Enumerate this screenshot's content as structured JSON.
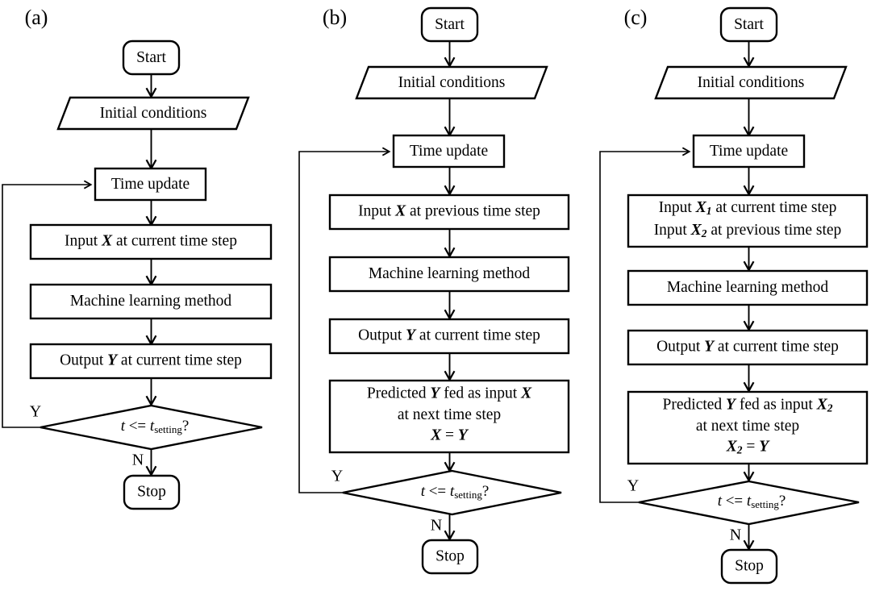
{
  "figure": {
    "type": "flowchart",
    "panel_count": 3,
    "background": "#ffffff",
    "line_color": "#000000"
  },
  "panels": [
    {
      "id": "a",
      "label": "(a)",
      "nodes": [
        {
          "key": "start",
          "shape": "terminator",
          "text": "Start"
        },
        {
          "key": "init",
          "shape": "parallelogram",
          "text": "Initial conditions"
        },
        {
          "key": "time",
          "shape": "process",
          "text": "Time update"
        },
        {
          "key": "input",
          "shape": "process",
          "text_parts": [
            "Input ",
            "X",
            " at current time step"
          ]
        },
        {
          "key": "ml",
          "shape": "process",
          "text": "Machine learning method"
        },
        {
          "key": "output",
          "shape": "process",
          "text_parts": [
            "Output ",
            "Y",
            " at current time step"
          ]
        },
        {
          "key": "cond",
          "shape": "decision",
          "text_parts": [
            "t",
            " <=  ",
            "t",
            "setting",
            "?"
          ]
        },
        {
          "key": "stop",
          "shape": "terminator",
          "text": "Stop"
        }
      ],
      "branch_labels": {
        "yes": "Y",
        "no": "N"
      },
      "loop": {
        "from": "cond",
        "to": "time",
        "label": "Y"
      }
    },
    {
      "id": "b",
      "label": "(b)",
      "nodes": [
        {
          "key": "start",
          "shape": "terminator",
          "text": "Start"
        },
        {
          "key": "init",
          "shape": "parallelogram",
          "text": "Initial conditions"
        },
        {
          "key": "time",
          "shape": "process",
          "text": "Time update"
        },
        {
          "key": "input",
          "shape": "process",
          "text_parts": [
            "Input ",
            "X",
            " at previous time step"
          ]
        },
        {
          "key": "ml",
          "shape": "process",
          "text": "Machine learning method"
        },
        {
          "key": "output",
          "shape": "process",
          "text_parts": [
            "Output ",
            "Y",
            " at current time step"
          ]
        },
        {
          "key": "feed",
          "shape": "process",
          "lines": [
            "Predicted Y fed as input X",
            "at next time step",
            "X = Y"
          ]
        },
        {
          "key": "cond",
          "shape": "decision",
          "text_parts": [
            "t",
            " <=  ",
            "t",
            "setting",
            "?"
          ]
        },
        {
          "key": "stop",
          "shape": "terminator",
          "text": "Stop"
        }
      ],
      "branch_labels": {
        "yes": "Y",
        "no": "N"
      },
      "loop": {
        "from": "cond",
        "to": "time",
        "label": "Y"
      }
    },
    {
      "id": "c",
      "label": "(c)",
      "nodes": [
        {
          "key": "start",
          "shape": "terminator",
          "text": "Start"
        },
        {
          "key": "init",
          "shape": "parallelogram",
          "text": "Initial conditions"
        },
        {
          "key": "time",
          "shape": "process",
          "text": "Time update"
        },
        {
          "key": "input",
          "shape": "process",
          "lines": [
            "Input X1 at current time step",
            "Input X2 at previous time step"
          ]
        },
        {
          "key": "ml",
          "shape": "process",
          "text": "Machine learning method"
        },
        {
          "key": "output",
          "shape": "process",
          "text_parts": [
            "Output ",
            "Y",
            " at current time step"
          ]
        },
        {
          "key": "feed",
          "shape": "process",
          "lines": [
            "Predicted Y fed as input X2",
            "at next time step",
            "X2 = Y"
          ]
        },
        {
          "key": "cond",
          "shape": "decision",
          "text_parts": [
            "t",
            " <=  ",
            "t",
            "setting",
            "?"
          ]
        },
        {
          "key": "stop",
          "shape": "terminator",
          "text": "Stop"
        }
      ],
      "branch_labels": {
        "yes": "Y",
        "no": "N"
      },
      "loop": {
        "from": "cond",
        "to": "time",
        "label": "Y"
      }
    }
  ],
  "text": {
    "panel_a_label": "(a)",
    "panel_b_label": "(b)",
    "panel_c_label": "(c)",
    "start": "Start",
    "stop": "Stop",
    "initial_conditions": "Initial conditions",
    "time_update": "Time update",
    "machine_learning": "Machine learning method",
    "input_x_current": "Input X at current time step",
    "input_x_previous": "Input X at previous time step",
    "input_x1_current": "Input X1 at current time step",
    "input_x2_previous": "Input X2 at previous time step",
    "output_y_current": "Output Y at current time step",
    "predicted_b_l1": "Predicted Y fed as input X",
    "predicted_l2": "at next time step",
    "predicted_b_l3": "X = Y",
    "predicted_c_l1": "Predicted Y fed as input X2",
    "predicted_c_l3": "X2 = Y",
    "cond_t": "t",
    "cond_op": "<=",
    "cond_sub": "setting",
    "cond_q": "?",
    "yes": "Y",
    "no": "N",
    "var_x": "X",
    "var_y": "Y",
    "sub_1": "1",
    "sub_2": "2",
    "input_word": "Input",
    "output_word": "Output",
    "at_current_time_step": "at current time step",
    "at_previous_time_step": "at previous time step",
    "predicted_word": "Predicted",
    "fed_as_input": "fed as input",
    "equals": "="
  }
}
